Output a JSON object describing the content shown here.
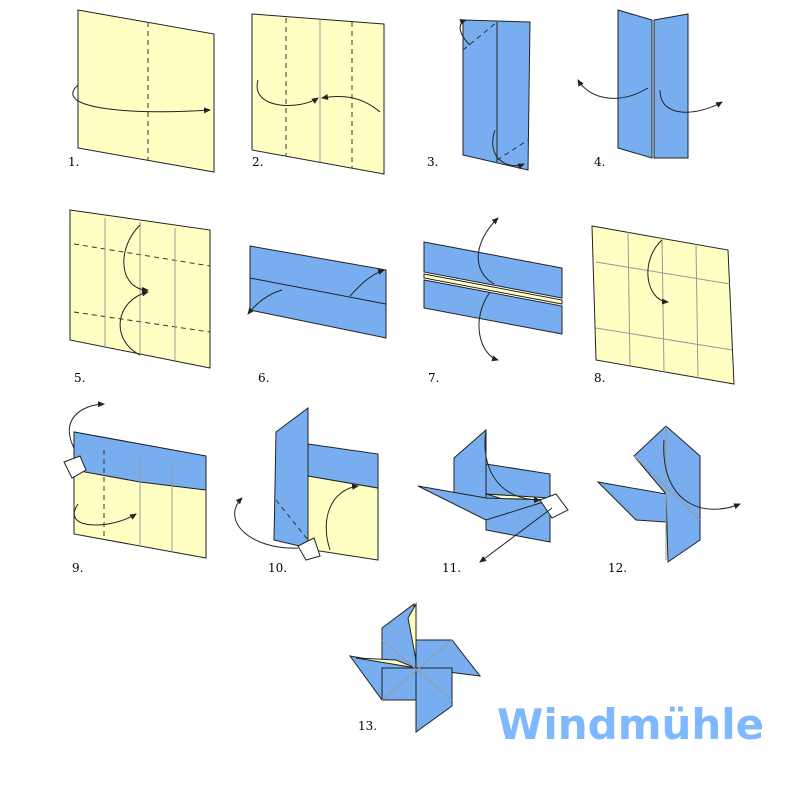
{
  "title": "Windmühle",
  "steps": [
    "1.",
    "2.",
    "3.",
    "4.",
    "5.",
    "6.",
    "7.",
    "8.",
    "9.",
    "10.",
    "11.",
    "12.",
    "13."
  ],
  "colors": {
    "paper_front": "#ffffc4",
    "paper_back": "#78aef0",
    "title": "#80b8ff"
  }
}
